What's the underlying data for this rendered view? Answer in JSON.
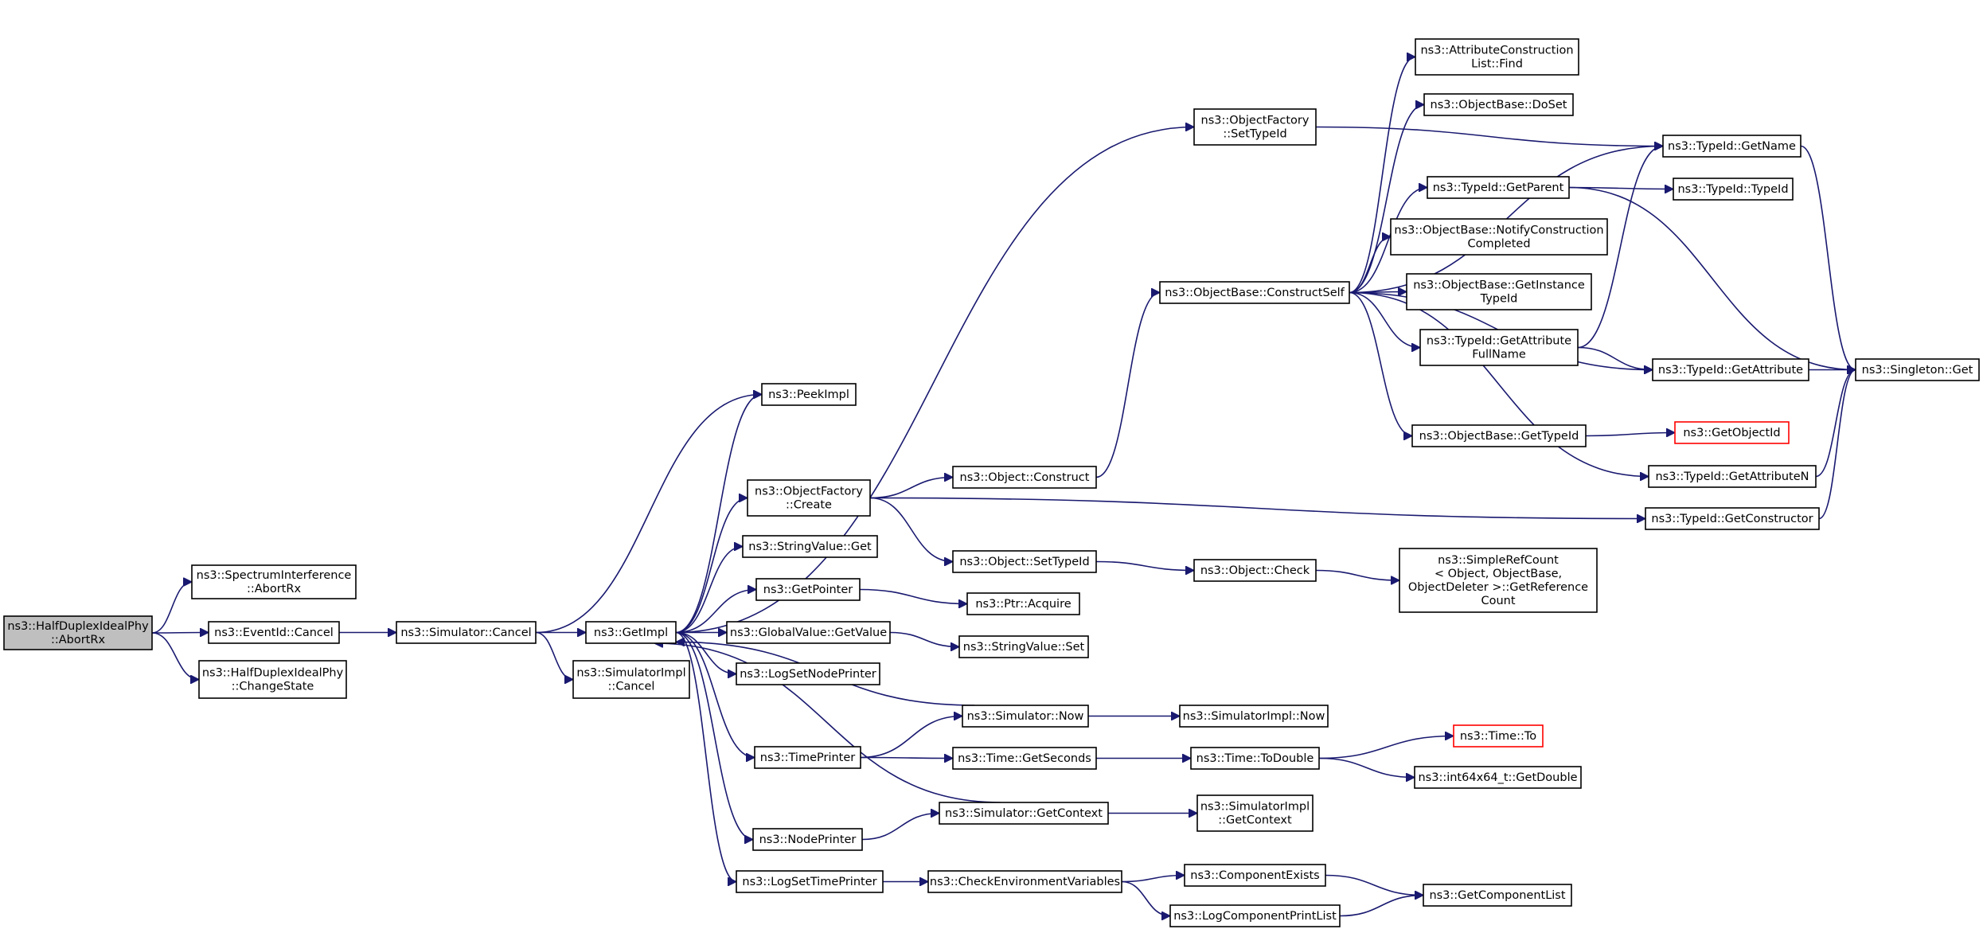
{
  "diagram": {
    "nodes": [
      {
        "id": "root",
        "lines": [
          "ns3::HalfDuplexIdealPhy",
          "::AbortRx"
        ],
        "style": "root"
      },
      {
        "id": "spec_abort",
        "lines": [
          "ns3::SpectrumInterference",
          "::AbortRx"
        ]
      },
      {
        "id": "evt_cancel",
        "lines": [
          "ns3::EventId::Cancel"
        ]
      },
      {
        "id": "hd_change",
        "lines": [
          "ns3::HalfDuplexIdealPhy",
          "::ChangeState"
        ]
      },
      {
        "id": "sim_cancel",
        "lines": [
          "ns3::Simulator::Cancel"
        ]
      },
      {
        "id": "getimpl",
        "lines": [
          "ns3::GetImpl"
        ]
      },
      {
        "id": "simimpl_cancel",
        "lines": [
          "ns3::SimulatorImpl",
          "::Cancel"
        ]
      },
      {
        "id": "peekimpl",
        "lines": [
          "ns3::PeekImpl"
        ]
      },
      {
        "id": "of_create",
        "lines": [
          "ns3::ObjectFactory",
          "::Create"
        ]
      },
      {
        "id": "strval_get",
        "lines": [
          "ns3::StringValue::Get"
        ]
      },
      {
        "id": "getpointer",
        "lines": [
          "ns3::GetPointer"
        ]
      },
      {
        "id": "gv_getvalue",
        "lines": [
          "ns3::GlobalValue::GetValue"
        ]
      },
      {
        "id": "logsetnode",
        "lines": [
          "ns3::LogSetNodePrinter"
        ]
      },
      {
        "id": "timeprinter",
        "lines": [
          "ns3::TimePrinter"
        ]
      },
      {
        "id": "nodeprinter",
        "lines": [
          "ns3::NodePrinter"
        ]
      },
      {
        "id": "logsettime",
        "lines": [
          "ns3::LogSetTimePrinter"
        ]
      },
      {
        "id": "of_settypeid",
        "lines": [
          "ns3::ObjectFactory",
          "::SetTypeId"
        ]
      },
      {
        "id": "obj_construct",
        "lines": [
          "ns3::Object::Construct"
        ]
      },
      {
        "id": "obj_settypeid",
        "lines": [
          "ns3::Object::SetTypeId"
        ]
      },
      {
        "id": "ptr_acquire",
        "lines": [
          "ns3::Ptr::Acquire"
        ]
      },
      {
        "id": "strval_set",
        "lines": [
          "ns3::StringValue::Set"
        ]
      },
      {
        "id": "sim_now",
        "lines": [
          "ns3::Simulator::Now"
        ]
      },
      {
        "id": "time_getseconds",
        "lines": [
          "ns3::Time::GetSeconds"
        ]
      },
      {
        "id": "sim_getcontext",
        "lines": [
          "ns3::Simulator::GetContext"
        ]
      },
      {
        "id": "checkenv",
        "lines": [
          "ns3::CheckEnvironmentVariables"
        ]
      },
      {
        "id": "ob_constructself",
        "lines": [
          "ns3::ObjectBase::ConstructSelf"
        ]
      },
      {
        "id": "obj_check",
        "lines": [
          "ns3::Object::Check"
        ]
      },
      {
        "id": "simimpl_now",
        "lines": [
          "ns3::SimulatorImpl::Now"
        ]
      },
      {
        "id": "time_todouble",
        "lines": [
          "ns3::Time::ToDouble"
        ]
      },
      {
        "id": "simimpl_getcontext",
        "lines": [
          "ns3::SimulatorImpl",
          "::GetContext"
        ]
      },
      {
        "id": "compexists",
        "lines": [
          "ns3::ComponentExists"
        ]
      },
      {
        "id": "logcompprint",
        "lines": [
          "ns3::LogComponentPrintList"
        ]
      },
      {
        "id": "acl_find",
        "lines": [
          "ns3::AttributeConstruction",
          "List::Find"
        ]
      },
      {
        "id": "ob_doset",
        "lines": [
          "ns3::ObjectBase::DoSet"
        ]
      },
      {
        "id": "tid_getparent",
        "lines": [
          "ns3::TypeId::GetParent"
        ]
      },
      {
        "id": "ob_notify",
        "lines": [
          "ns3::ObjectBase::NotifyConstruction",
          "Completed"
        ]
      },
      {
        "id": "ob_getinstance",
        "lines": [
          "ns3::ObjectBase::GetInstance",
          "TypeId"
        ]
      },
      {
        "id": "tid_getattrfull",
        "lines": [
          "ns3::TypeId::GetAttribute",
          "FullName"
        ]
      },
      {
        "id": "ob_gettypeid",
        "lines": [
          "ns3::ObjectBase::GetTypeId"
        ]
      },
      {
        "id": "simplerefcount",
        "lines": [
          "ns3::SimpleRefCount",
          "< Object, ObjectBase,",
          "ObjectDeleter >::GetReference",
          "Count"
        ]
      },
      {
        "id": "time_to",
        "lines": [
          "ns3::Time::To"
        ],
        "style": "truncated"
      },
      {
        "id": "int64_getdouble",
        "lines": [
          "ns3::int64x64_t::GetDouble"
        ]
      },
      {
        "id": "getcomplist",
        "lines": [
          "ns3::GetComponentList"
        ]
      },
      {
        "id": "tid_getname",
        "lines": [
          "ns3::TypeId::GetName"
        ]
      },
      {
        "id": "tid_typeid",
        "lines": [
          "ns3::TypeId::TypeId"
        ]
      },
      {
        "id": "tid_getattr",
        "lines": [
          "ns3::TypeId::GetAttribute"
        ]
      },
      {
        "id": "getobjectid",
        "lines": [
          "ns3::GetObjectId"
        ],
        "style": "truncated"
      },
      {
        "id": "tid_getattrn",
        "lines": [
          "ns3::TypeId::GetAttributeN"
        ]
      },
      {
        "id": "tid_getctor",
        "lines": [
          "ns3::TypeId::GetConstructor"
        ]
      },
      {
        "id": "singleton_get",
        "lines": [
          "ns3::Singleton::Get"
        ]
      }
    ],
    "edges": [
      [
        "root",
        "spec_abort"
      ],
      [
        "root",
        "evt_cancel"
      ],
      [
        "root",
        "hd_change"
      ],
      [
        "evt_cancel",
        "sim_cancel"
      ],
      [
        "sim_cancel",
        "getimpl"
      ],
      [
        "sim_cancel",
        "simimpl_cancel"
      ],
      [
        "sim_cancel",
        "peekimpl"
      ],
      [
        "getimpl",
        "peekimpl"
      ],
      [
        "getimpl",
        "of_settypeid"
      ],
      [
        "getimpl",
        "of_create"
      ],
      [
        "getimpl",
        "strval_get"
      ],
      [
        "getimpl",
        "getpointer"
      ],
      [
        "getimpl",
        "gv_getvalue"
      ],
      [
        "getimpl",
        "logsetnode"
      ],
      [
        "getimpl",
        "timeprinter"
      ],
      [
        "getimpl",
        "nodeprinter"
      ],
      [
        "getimpl",
        "logsettime"
      ],
      [
        "sim_now",
        "getimpl"
      ],
      [
        "sim_getcontext",
        "getimpl"
      ],
      [
        "of_create",
        "obj_construct"
      ],
      [
        "of_create",
        "obj_settypeid"
      ],
      [
        "of_create",
        "tid_getctor"
      ],
      [
        "getpointer",
        "ptr_acquire"
      ],
      [
        "gv_getvalue",
        "strval_set"
      ],
      [
        "timeprinter",
        "sim_now"
      ],
      [
        "timeprinter",
        "time_getseconds"
      ],
      [
        "nodeprinter",
        "sim_getcontext"
      ],
      [
        "logsettime",
        "checkenv"
      ],
      [
        "of_settypeid",
        "tid_getname"
      ],
      [
        "obj_construct",
        "ob_constructself"
      ],
      [
        "obj_settypeid",
        "obj_check"
      ],
      [
        "sim_now",
        "simimpl_now"
      ],
      [
        "time_getseconds",
        "time_todouble"
      ],
      [
        "sim_getcontext",
        "simimpl_getcontext"
      ],
      [
        "checkenv",
        "compexists"
      ],
      [
        "checkenv",
        "logcompprint"
      ],
      [
        "ob_constructself",
        "acl_find"
      ],
      [
        "ob_constructself",
        "ob_doset"
      ],
      [
        "ob_constructself",
        "tid_getname"
      ],
      [
        "ob_constructself",
        "tid_getparent"
      ],
      [
        "ob_constructself",
        "ob_notify"
      ],
      [
        "ob_constructself",
        "ob_getinstance"
      ],
      [
        "ob_constructself",
        "tid_getattrfull"
      ],
      [
        "ob_constructself",
        "tid_getattr"
      ],
      [
        "ob_constructself",
        "ob_gettypeid"
      ],
      [
        "ob_constructself",
        "tid_getattrn"
      ],
      [
        "obj_check",
        "simplerefcount"
      ],
      [
        "time_todouble",
        "time_to"
      ],
      [
        "time_todouble",
        "int64_getdouble"
      ],
      [
        "compexists",
        "getcomplist"
      ],
      [
        "logcompprint",
        "getcomplist"
      ],
      [
        "tid_getparent",
        "tid_typeid"
      ],
      [
        "tid_getparent",
        "singleton_get"
      ],
      [
        "tid_getattrfull",
        "tid_getname"
      ],
      [
        "tid_getattrfull",
        "tid_getattr"
      ],
      [
        "ob_gettypeid",
        "getobjectid"
      ],
      [
        "tid_getname",
        "singleton_get"
      ],
      [
        "tid_getattr",
        "singleton_get"
      ],
      [
        "tid_getattrn",
        "singleton_get"
      ],
      [
        "tid_getctor",
        "singleton_get"
      ]
    ]
  }
}
